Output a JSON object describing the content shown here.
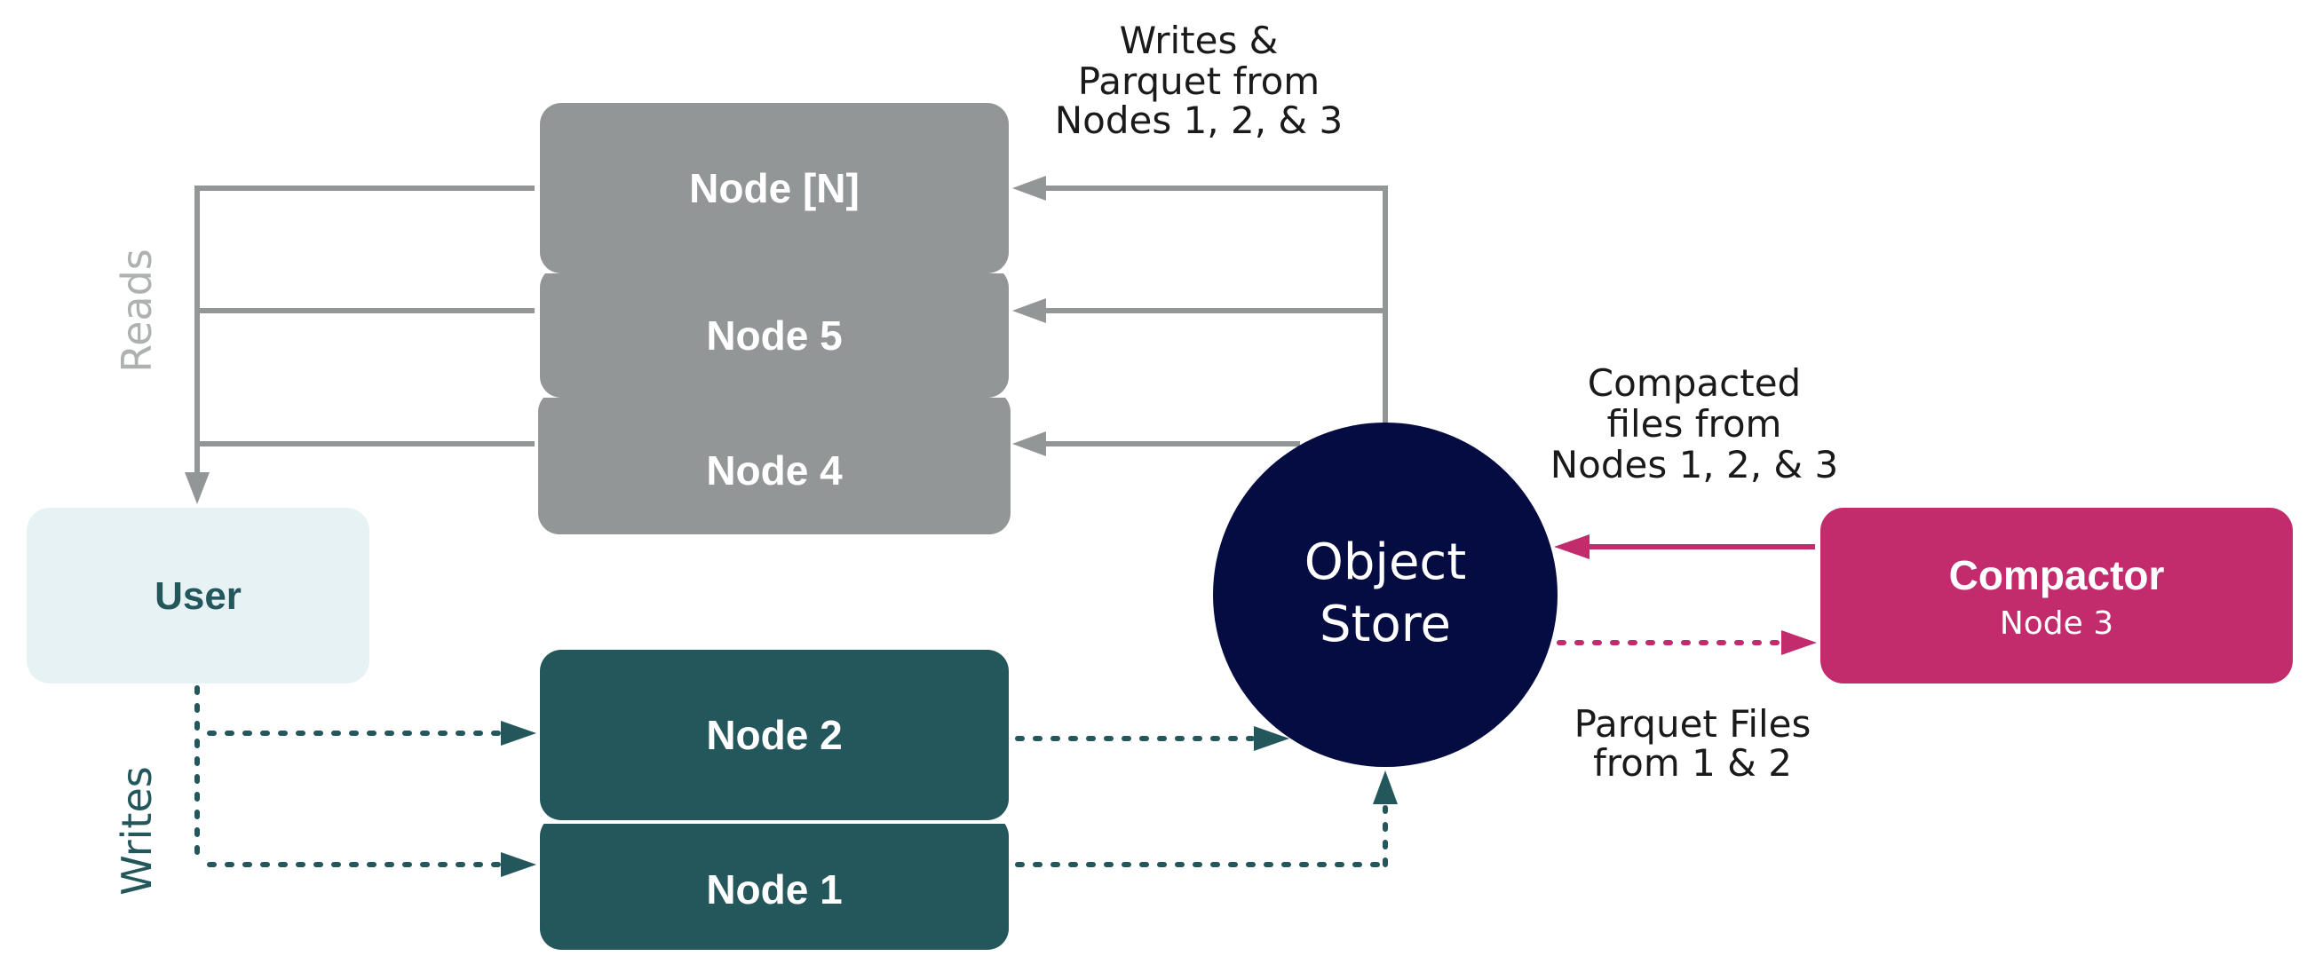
{
  "nodes": {
    "node_n": "Node [N]",
    "node_5": "Node 5",
    "node_4": "Node 4",
    "node_2": "Node 2",
    "node_1": "Node 1"
  },
  "user": "User",
  "object_store": {
    "line1": "Object",
    "line2": "Store"
  },
  "compactor": {
    "title": "Compactor",
    "subtitle": "Node 3"
  },
  "labels": {
    "reads": "Reads",
    "writes": "Writes",
    "writes_parquet": [
      "Writes &",
      "Parquet from",
      "Nodes 1, 2, & 3"
    ],
    "compacted": [
      "Compacted",
      "files from",
      "Nodes 1, 2, & 3"
    ],
    "parquet_files": [
      "Parquet Files",
      "from 1 & 2"
    ]
  },
  "colors": {
    "gray": "#939697",
    "teal": "#23575b",
    "navy": "#050c42",
    "magenta": "#c22b6c",
    "user_bg": "#e6f2f3"
  }
}
